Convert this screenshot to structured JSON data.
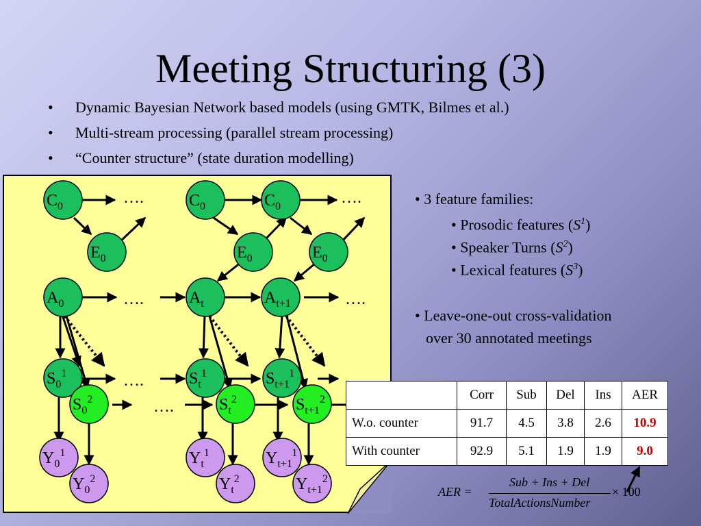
{
  "slide": {
    "title": "Meeting Structuring (3)",
    "bullets": [
      "Dynamic Bayesian Network based models (using GMTK, Bilmes et al.)",
      "Multi-stream processing (parallel stream processing)",
      "“Counter structure” (state duration modelling)"
    ]
  },
  "diagram": {
    "nodes": {
      "c0a": {
        "base": "C",
        "sub": "0",
        "color": "#1bbf5c"
      },
      "e0a": {
        "base": "E",
        "sub": "0",
        "color": "#1bbf5c"
      },
      "a0": {
        "base": "A",
        "sub": "0",
        "color": "#1bbf5c"
      },
      "s0_1": {
        "base": "S",
        "sub": "0",
        "sup": "1",
        "color": "#1bbf5c"
      },
      "s0_2": {
        "base": "S",
        "sub": "0",
        "sup": "2",
        "color": "#22ee22"
      },
      "y0_1": {
        "base": "Y",
        "sub": "0",
        "sup": "1",
        "color": "#cc99ee"
      },
      "y0_2": {
        "base": "Y",
        "sub": "0",
        "sup": "2",
        "color": "#cc99ee"
      },
      "c0b": {
        "base": "C",
        "sub": "0",
        "color": "#1bbf5c"
      },
      "c0c": {
        "base": "C",
        "sub": "0",
        "color": "#1bbf5c"
      },
      "e0b": {
        "base": "E",
        "sub": "0",
        "color": "#1bbf5c"
      },
      "e0c": {
        "base": "E",
        "sub": "0",
        "color": "#1bbf5c"
      },
      "at": {
        "base": "A",
        "sub": "t",
        "color": "#1bbf5c"
      },
      "at1": {
        "base": "A",
        "sub": "t+1",
        "color": "#1bbf5c"
      },
      "st_1": {
        "base": "S",
        "sub": "t",
        "sup": "1",
        "color": "#1bbf5c"
      },
      "st1_1": {
        "base": "S",
        "sub": "t+1",
        "sup": "1",
        "color": "#1bbf5c"
      },
      "st_2": {
        "base": "S",
        "sub": "t",
        "sup": "2",
        "color": "#22ee22"
      },
      "st1_2": {
        "base": "S",
        "sub": "t+1",
        "sup": "2",
        "color": "#22ee22"
      },
      "yt_1": {
        "base": "Y",
        "sub": "t",
        "sup": "1",
        "color": "#cc99ee"
      },
      "yt_2": {
        "base": "Y",
        "sub": "t",
        "sup": "2",
        "color": "#cc99ee"
      },
      "yt1_1": {
        "base": "Y",
        "sub": "t+1",
        "sup": "1",
        "color": "#cc99ee"
      },
      "yt1_2": {
        "base": "Y",
        "sub": "t+1",
        "sup": "2",
        "color": "#cc99ee"
      }
    },
    "ellipsis": "…."
  },
  "right_panel": {
    "features_heading": "• 3 feature families:",
    "features": [
      {
        "text": "• Prosodic features (",
        "sym": "S",
        "sup": "1",
        "close": ")"
      },
      {
        "text": "• Speaker Turns (",
        "sym": "S",
        "sup": "2",
        "close": ")"
      },
      {
        "text": "• Lexical features (",
        "sym": "S",
        "sup": "3",
        "close": ")"
      }
    ],
    "validation_line1": "• Leave-one-out cross-validation",
    "validation_line2": "over 30 annotated meetings"
  },
  "table": {
    "headers": [
      "",
      "Corr",
      "Sub",
      "Del",
      "Ins",
      "AER"
    ],
    "rows": [
      {
        "label": "W.o. counter",
        "corr": "91.7",
        "sub": "4.5",
        "del": "3.8",
        "ins": "2.6",
        "aer": "10.9"
      },
      {
        "label": "With counter",
        "corr": "92.9",
        "sub": "5.1",
        "del": "1.9",
        "ins": "1.9",
        "aer": "9.0"
      }
    ]
  },
  "formula": {
    "lhs": "AER =",
    "numerator": "Sub + Ins + Del",
    "denominator": "TotalActionsNumber",
    "multiplier": "100"
  },
  "colors": {
    "note_bg": "#ffff99",
    "node_dark_green": "#1bbf5c",
    "node_light_green": "#22ee22",
    "node_purple": "#cc99ee",
    "aer_red": "#cc0000"
  }
}
